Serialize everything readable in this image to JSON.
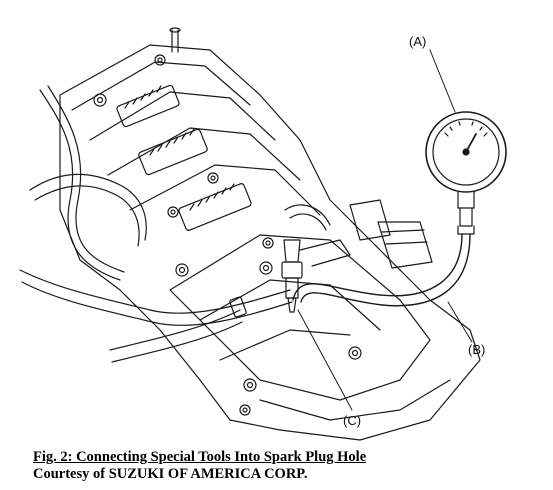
{
  "labels": {
    "a": "(A)",
    "b": "(B)",
    "c": "(C)"
  },
  "caption": {
    "title": "Fig. 2: Connecting Special Tools Into Spark Plug Hole",
    "credit": "Courtesy of SUZUKI OF AMERICA CORP."
  },
  "colors": {
    "ink": "#1a1a1a",
    "background": "#ffffff"
  }
}
